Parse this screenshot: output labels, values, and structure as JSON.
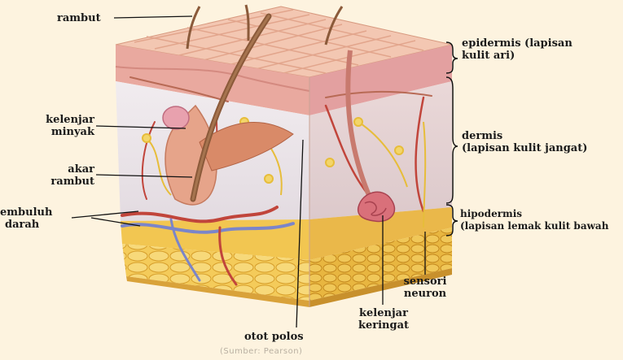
{
  "labels": {
    "rambut": "rambut",
    "kelenjar_minyak": [
      "kelenjar",
      "minyak"
    ],
    "akar_rambut": [
      "akar",
      "rambut"
    ],
    "pembuluh_darah": [
      "embuluh",
      "darah"
    ],
    "epidermis": [
      "epidermis (lapisan",
      "kulit ari)"
    ],
    "dermis": [
      "dermis",
      "(lapisan kulit jangat)"
    ],
    "hipodermis": [
      "hipodermis",
      "(lapisan lemak kulit bawah"
    ],
    "sensori_neuron": [
      "sensori",
      "neuron"
    ],
    "kelenjar_keringat": [
      "kelenjar",
      "keringat"
    ],
    "otot_polos": "otot polos"
  },
  "caption": "(Sumber: Pearson)",
  "colors": {
    "background": "#fdf3df",
    "epidermis": "#e9a99f",
    "dermis": "#ebe4ea",
    "hypodermis": "#f2c651",
    "hair": "#8b5a3a",
    "blood_vessel": "#7b85c9",
    "nerve": "#e7bd3a"
  }
}
